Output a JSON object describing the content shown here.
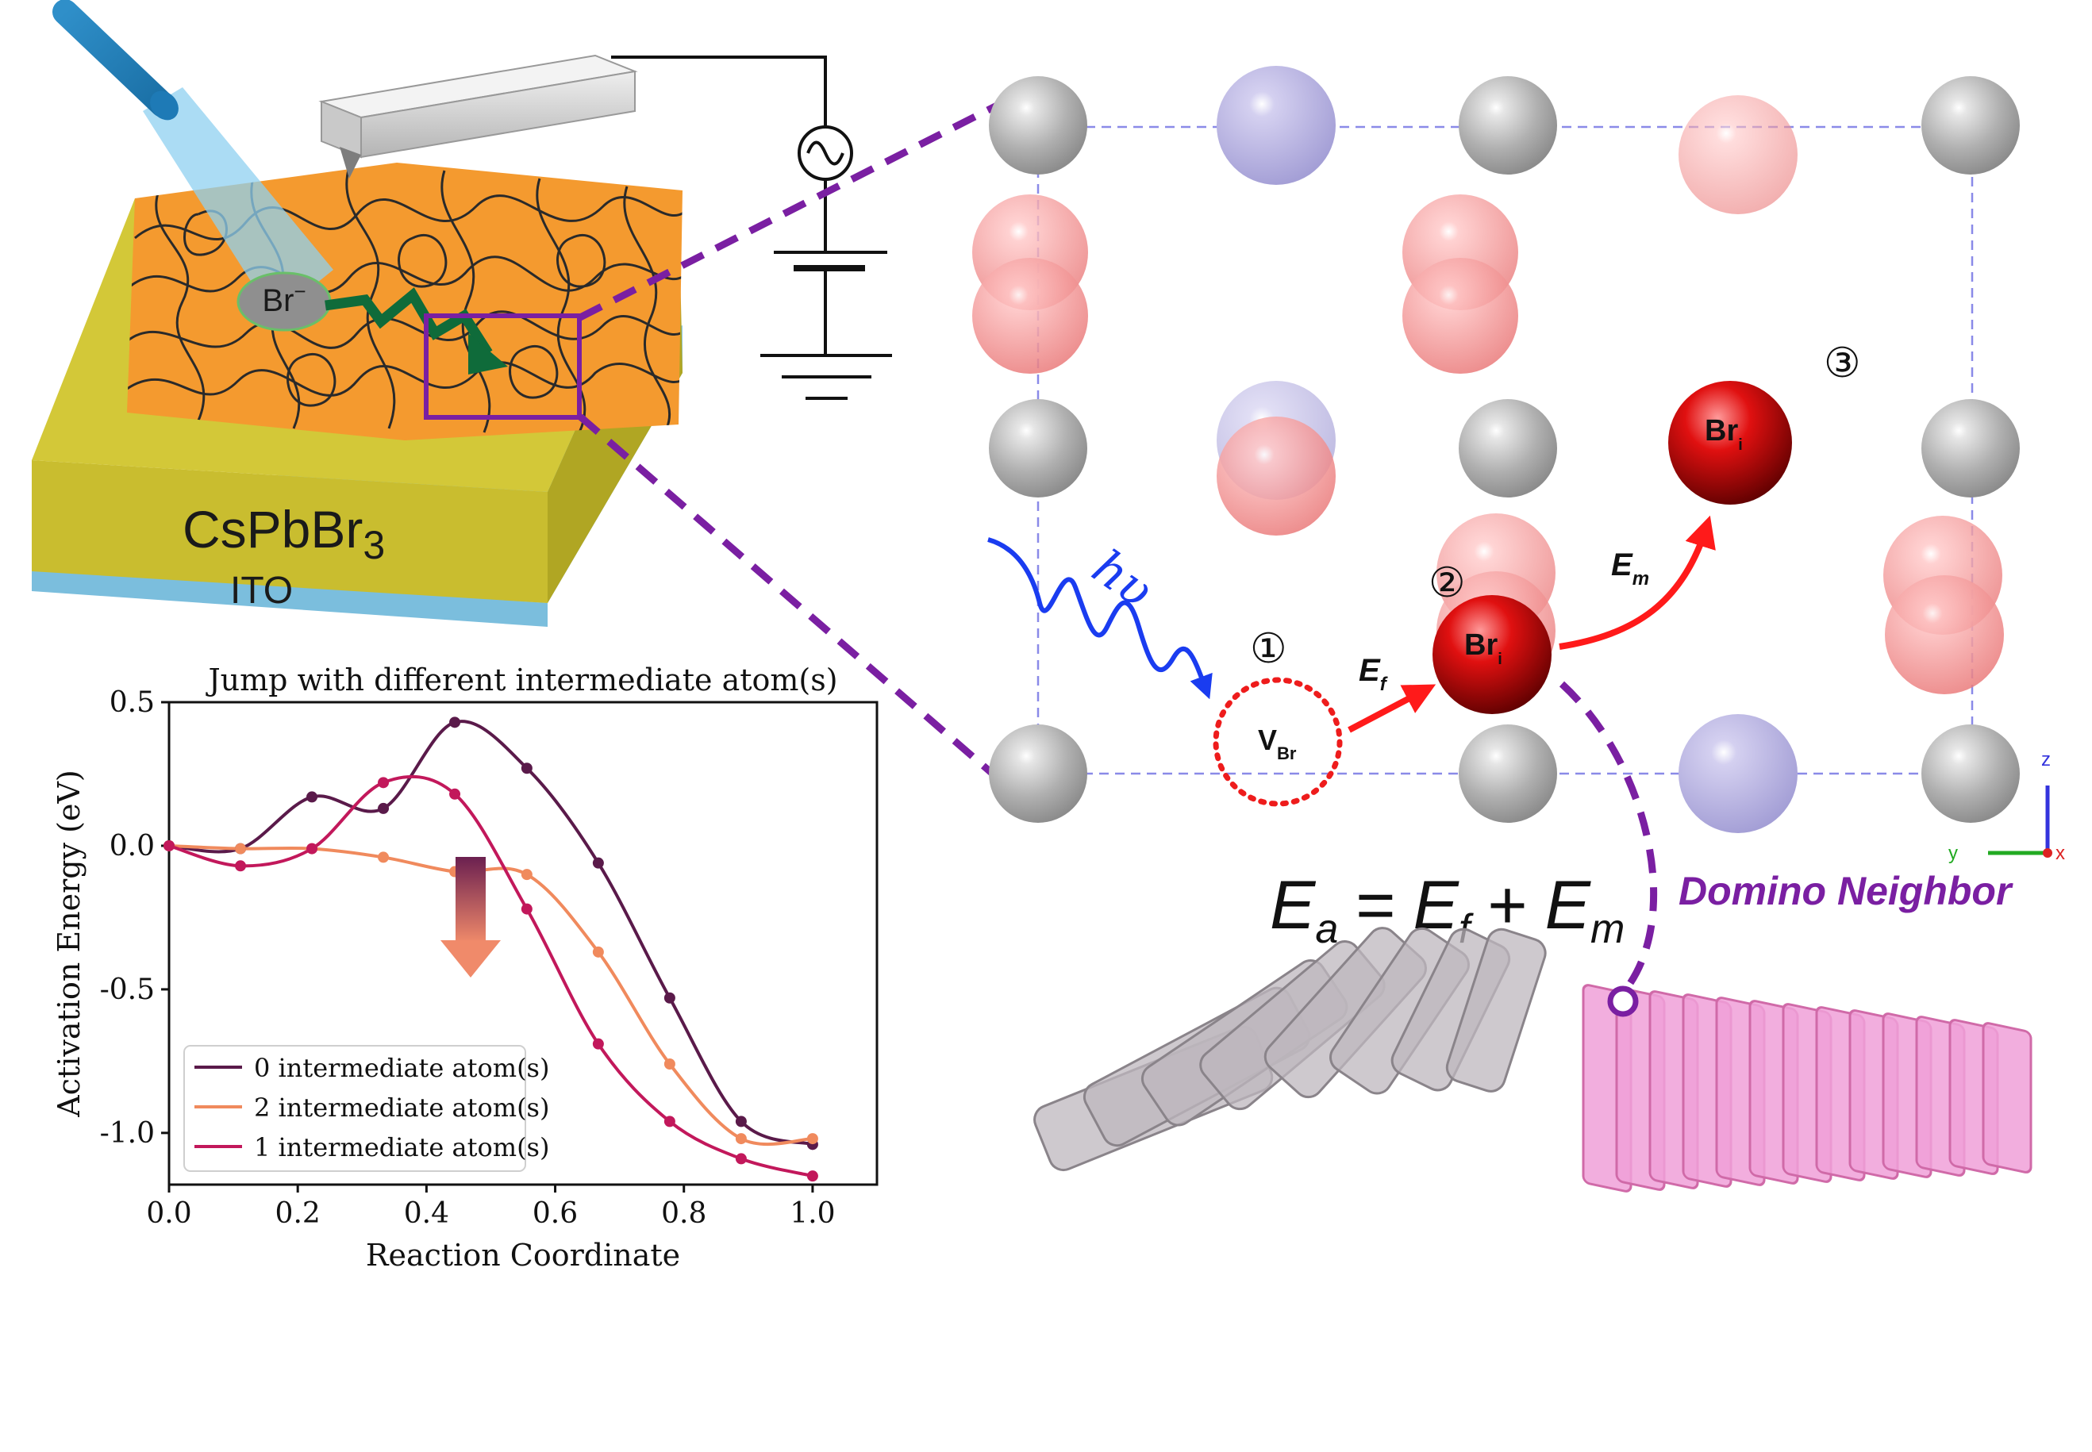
{
  "device": {
    "material_label": "CsPbBr",
    "material_sub": "3",
    "substrate_label": "ITO",
    "ion_label": "Br",
    "ion_charge": "−"
  },
  "lattice": {
    "photon_label": "hυ",
    "site_numbers": [
      "①",
      "②",
      "③"
    ],
    "vacancy_label": "V",
    "vacancy_sub": "Br",
    "interstitial_label": "Br",
    "interstitial_sub": "i",
    "ef_label": "E",
    "ef_sub": "f",
    "em_label": "E",
    "em_sub": "m",
    "axis_z": "z",
    "axis_y": "y",
    "axis_x": "x"
  },
  "equation": {
    "ea": "E",
    "ea_sub": "a",
    "equals": "=",
    "ef": "E",
    "ef_sub": "f",
    "plus": "+",
    "em": "E",
    "em_sub": "m"
  },
  "domino_label": "Domino Neighbor",
  "colors": {
    "perovskite": "#c9bd2f",
    "film": "#f49a2f",
    "ito": "#8ec8e3",
    "purple": "#7a1fa2",
    "arrow_red": "#ff1a1a",
    "photon_blue": "#1a3cf0",
    "series0": "#5a1a4a",
    "series1": "#c2185b",
    "series2": "#f08a5d"
  },
  "chart_data": {
    "type": "line",
    "title": "Jump with different intermediate atom(s)",
    "xlabel": "Reaction Coordinate",
    "ylabel": "Activation Energy (eV)",
    "xlim": [
      0.0,
      1.1
    ],
    "ylim": [
      -1.18,
      0.5
    ],
    "xticks": [
      "0.0",
      "0.2",
      "0.4",
      "0.6",
      "0.8",
      "1.0"
    ],
    "xtick_values": [
      0.0,
      0.2,
      0.4,
      0.6,
      0.8,
      1.0
    ],
    "yticks": [
      "0.5",
      "0.0",
      "-0.5",
      "-1.0"
    ],
    "ytick_values": [
      0.5,
      0.0,
      -0.5,
      -1.0
    ],
    "legend_position": "lower-left",
    "x": [
      0.0,
      0.111,
      0.222,
      0.333,
      0.444,
      0.556,
      0.667,
      0.778,
      0.889,
      1.0
    ],
    "series": [
      {
        "name": "0 intermediate atom(s)",
        "values": [
          0.0,
          -0.01,
          0.17,
          0.13,
          0.43,
          0.27,
          -0.06,
          -0.53,
          -0.96,
          -1.04
        ]
      },
      {
        "name": "2 intermediate atom(s)",
        "values": [
          0.0,
          -0.01,
          -0.01,
          -0.04,
          -0.09,
          -0.1,
          -0.37,
          -0.76,
          -1.02,
          -1.02
        ]
      },
      {
        "name": "1 intermediate atom(s)",
        "values": [
          0.0,
          -0.07,
          -0.01,
          0.22,
          0.18,
          -0.22,
          -0.69,
          -0.96,
          -1.09,
          -1.15
        ]
      }
    ]
  }
}
